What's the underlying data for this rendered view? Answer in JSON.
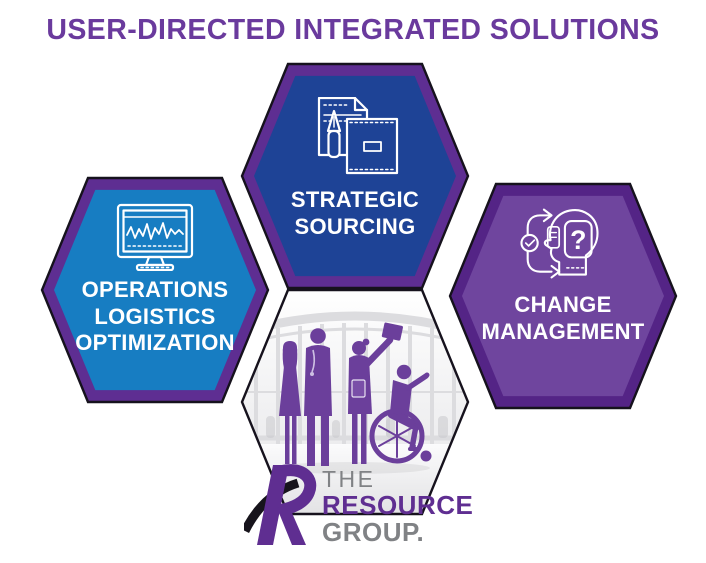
{
  "title": "USER-DIRECTED INTEGRATED SOLUTIONS",
  "hexagons": {
    "strategic_sourcing": {
      "label": "STRATEGIC\nSOURCING",
      "icon": "documents-pen-icon",
      "fill": "#1e4396",
      "border": "#5e2e92"
    },
    "operations": {
      "label": "OPERATIONS\nLOGISTICS\nOPTIMIZATION",
      "icon": "monitor-waveform-icon",
      "fill": "#177dc2",
      "border": "#5e2e92"
    },
    "change_management": {
      "label": "CHANGE\nMANAGEMENT",
      "icon": "head-question-arrows-icon",
      "fill": "#6f459e",
      "border": "#542486"
    },
    "photo": {
      "icon": "people-silhouettes-photo",
      "silhouette_color": "#6b3f9b"
    }
  },
  "logo": {
    "mark": "R",
    "line1": "THE",
    "line2": "RESOURCE",
    "line3": "GROUP.",
    "purple": "#5f2e91",
    "gray": "#808285"
  },
  "colors": {
    "title": "#6a3a9d",
    "background": "#ffffff",
    "outline": "#16121d",
    "label": "#ffffff"
  }
}
